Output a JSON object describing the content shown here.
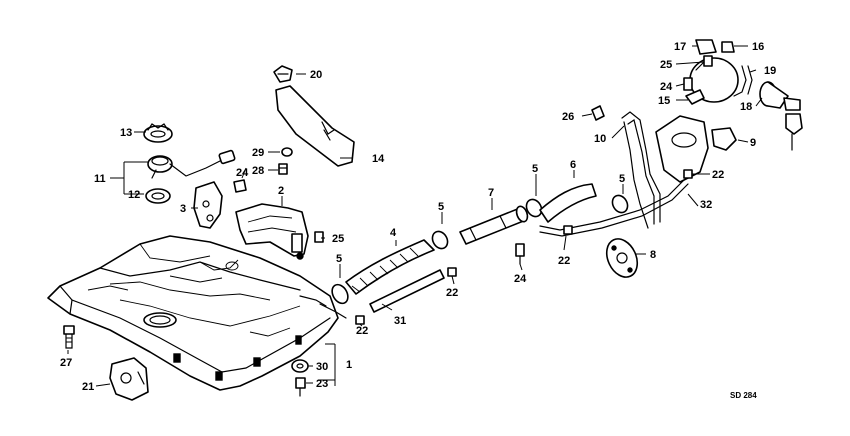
{
  "callouts": {
    "c1": "1",
    "c2": "2",
    "c3": "3",
    "c4": "4",
    "c5a": "5",
    "c5b": "5",
    "c5c": "5",
    "c5d": "5",
    "c6": "6",
    "c7": "7",
    "c8": "8",
    "c9": "9",
    "c10": "10",
    "c11": "11",
    "c12": "12",
    "c13": "13",
    "c14": "14",
    "c15": "15",
    "c16": "16",
    "c17": "17",
    "c18": "18",
    "c19": "19",
    "c20": "20",
    "c21": "21",
    "c22a": "22",
    "c22b": "22",
    "c22c": "22",
    "c22d": "22",
    "c23": "23",
    "c24a": "24",
    "c24b": "24",
    "c24c": "24",
    "c25a": "25",
    "c25b": "25",
    "c26": "26",
    "c27": "27",
    "c28": "28",
    "c29": "29",
    "c30": "30",
    "c31": "31",
    "c32": "32"
  },
  "figure_code": "SD 284"
}
